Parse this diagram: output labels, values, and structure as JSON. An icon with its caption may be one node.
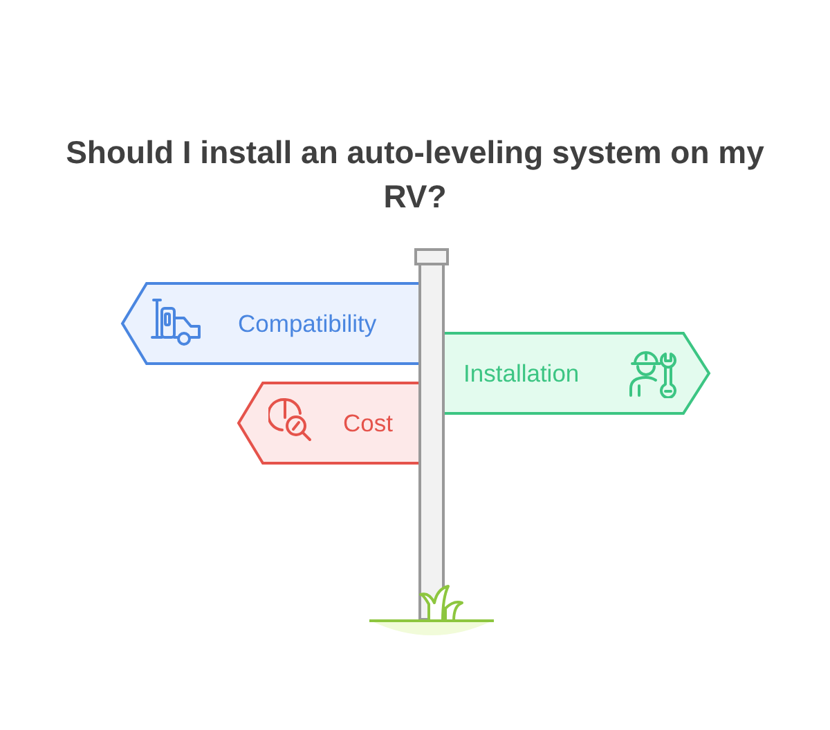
{
  "diagram": {
    "title": "Should I install an auto-leveling system on my RV?",
    "nodes": [
      {
        "text": [
          "Compatibility"
        ]
      },
      {
        "text": [
          "Installation"
        ]
      },
      {
        "text": [
          "Cost"
        ]
      }
    ]
  }
}
